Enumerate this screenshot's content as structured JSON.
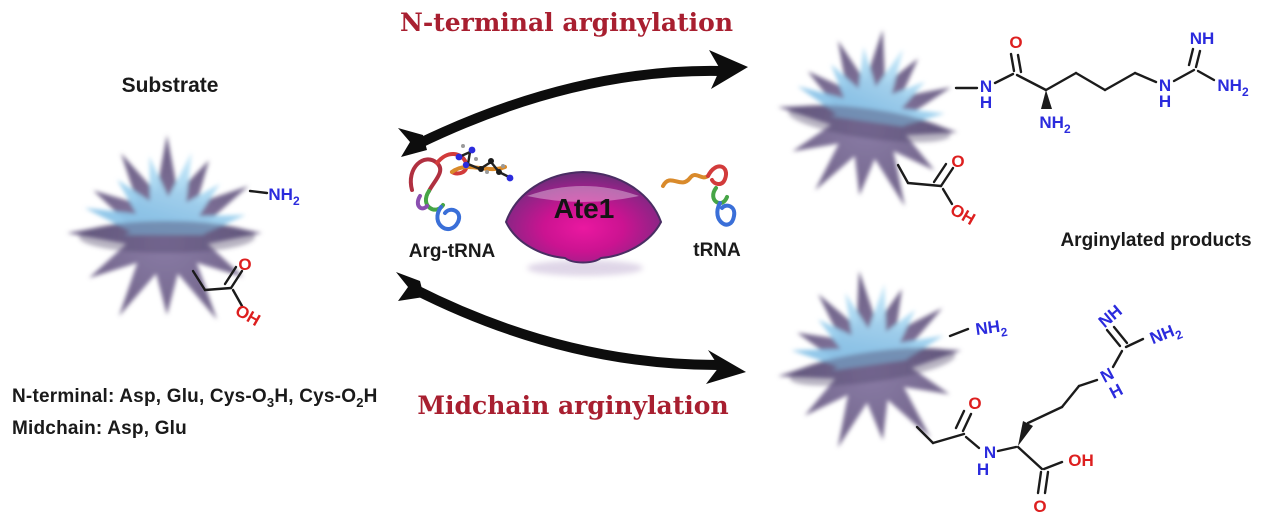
{
  "figure": {
    "titles": {
      "top": "N-terminal arginylation",
      "bottom": "Midchain arginylation"
    },
    "labels": {
      "substrate": "Substrate",
      "arg_trna": "Arg-tRNA",
      "trna": "tRNA",
      "enzyme": "Ate1",
      "products": "Arginylated products"
    },
    "notes": {
      "line1": {
        "p1": "N-terminal: Asp, Glu, Cys-O",
        "s1": "3",
        "p2": "H, Cys-O",
        "s2": "2",
        "p3": "H"
      },
      "line2": "Midchain: Asp, Glu"
    },
    "chem": {
      "N": "N",
      "H": "H",
      "O": "O",
      "OH": "OH",
      "NH": "NH",
      "sub2": "2"
    },
    "colors": {
      "title_red": "#a81f30",
      "chem_blue": "#2b2bdd",
      "chem_red": "#dd1f1f",
      "bond_black": "#1b1b1b",
      "arrow_black": "#0d0d0d",
      "enzyme_magenta": "#cb1391",
      "enzyme_edge_purple": "#4a2d63",
      "star_purple": "#75688e",
      "star_blue": "#8ec7ea"
    }
  }
}
